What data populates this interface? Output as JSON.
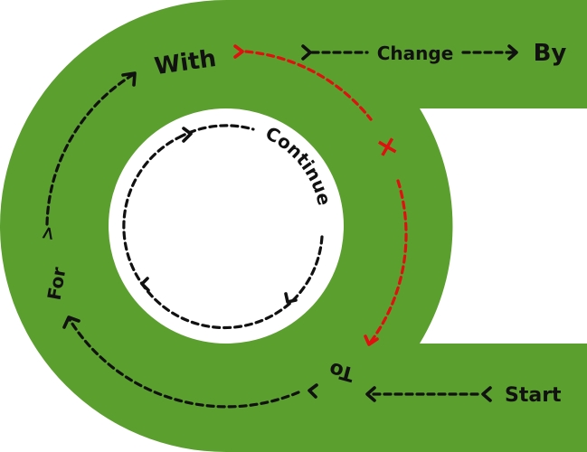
{
  "colors": {
    "track": "#5b9f2e",
    "background": "#ffffff",
    "path": "#111111",
    "skip_path": "#e01010"
  },
  "labels": {
    "start": "Start",
    "to": "To",
    "for": "For",
    "with": "With",
    "change": "Change",
    "by": "By",
    "continue": "Continue",
    "skip_mark": "×"
  }
}
